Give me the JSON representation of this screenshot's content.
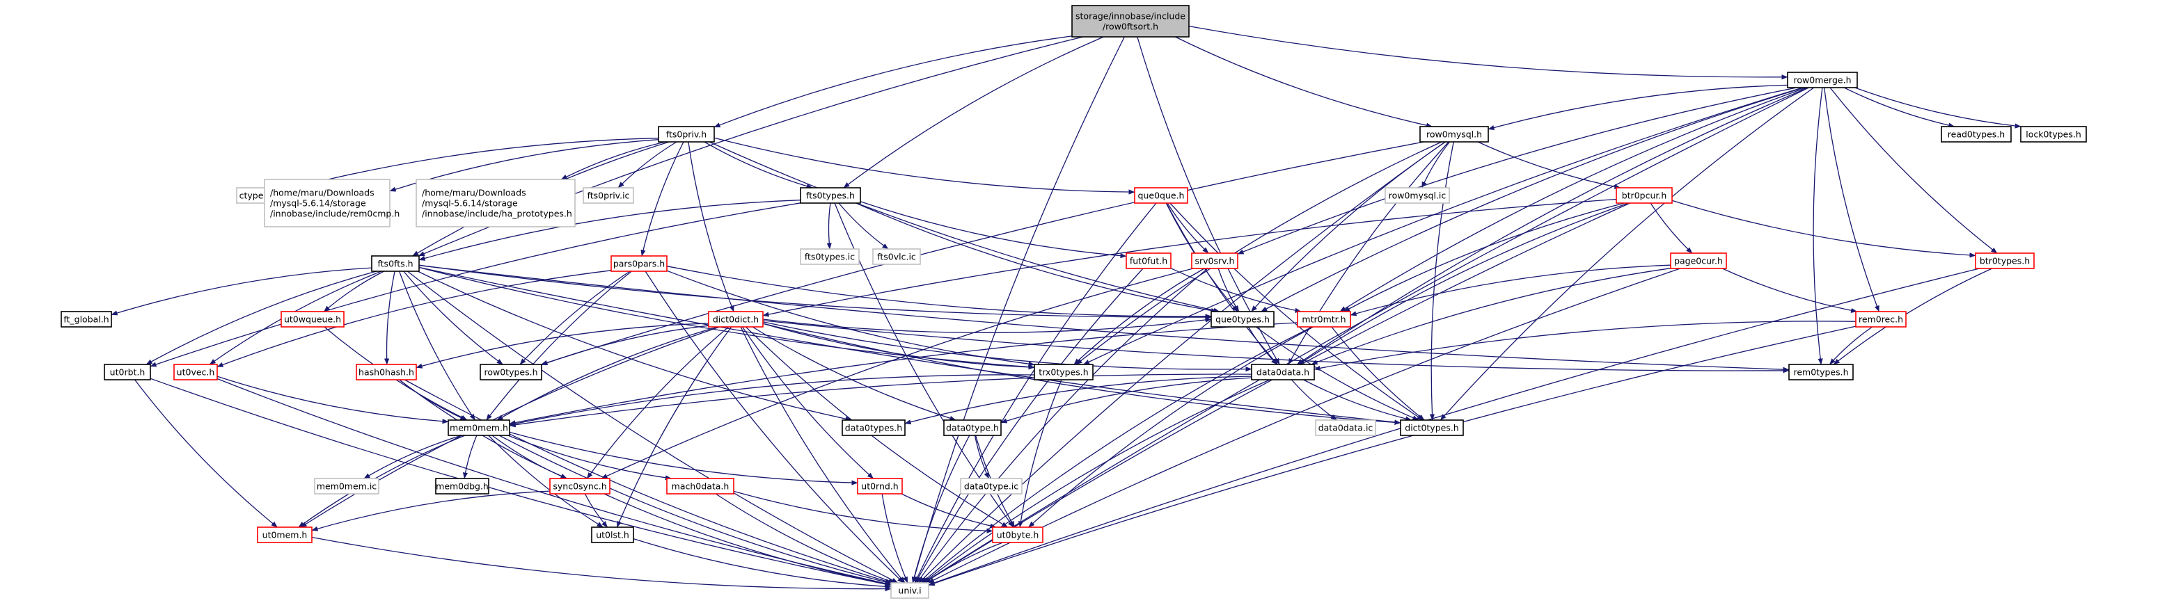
{
  "colors": {
    "root_fill": "#bfbfbf",
    "normal_border": "#000000",
    "truncated_border": "#ff0000",
    "external_border": "#bfbfbf",
    "edge": "#191970"
  },
  "nodes": [
    {
      "id": "root",
      "lines": [
        "storage/innobase/include",
        "/row0ftsort.h"
      ],
      "style": "root"
    },
    {
      "id": "row0merge",
      "lines": [
        "row0merge.h"
      ],
      "style": "normal"
    },
    {
      "id": "fts0priv",
      "lines": [
        "fts0priv.h"
      ],
      "style": "normal"
    },
    {
      "id": "row0mysql",
      "lines": [
        "row0mysql.h"
      ],
      "style": "normal"
    },
    {
      "id": "read0types",
      "lines": [
        "read0types.h"
      ],
      "style": "normal"
    },
    {
      "id": "lock0types",
      "lines": [
        "lock0types.h"
      ],
      "style": "normal"
    },
    {
      "id": "ctype",
      "lines": [
        "ctype.h"
      ],
      "style": "external"
    },
    {
      "id": "rem0cmp_path",
      "lines": [
        "/home/maru/Downloads",
        "/mysql-5.6.14/storage",
        "/innobase/include/rem0cmp.h"
      ],
      "style": "external"
    },
    {
      "id": "ha_proto_path",
      "lines": [
        "/home/maru/Downloads",
        "/mysql-5.6.14/storage",
        "/innobase/include/ha_prototypes.h"
      ],
      "style": "external"
    },
    {
      "id": "fts0priv_ic",
      "lines": [
        "fts0priv.ic"
      ],
      "style": "external"
    },
    {
      "id": "row0mysql_ic",
      "lines": [
        "row0mysql.ic"
      ],
      "style": "external"
    },
    {
      "id": "que0que",
      "lines": [
        "que0que.h"
      ],
      "style": "truncated"
    },
    {
      "id": "btr0pcur",
      "lines": [
        "btr0pcur.h"
      ],
      "style": "truncated"
    },
    {
      "id": "fts0types",
      "lines": [
        "fts0types.h"
      ],
      "style": "normal"
    },
    {
      "id": "fts0types_ic",
      "lines": [
        "fts0types.ic"
      ],
      "style": "external"
    },
    {
      "id": "fts0vlc_ic",
      "lines": [
        "fts0vlc.ic"
      ],
      "style": "external"
    },
    {
      "id": "fut0fut",
      "lines": [
        "fut0fut.h"
      ],
      "style": "truncated"
    },
    {
      "id": "srv0srv",
      "lines": [
        "srv0srv.h"
      ],
      "style": "truncated"
    },
    {
      "id": "page0cur",
      "lines": [
        "page0cur.h"
      ],
      "style": "truncated"
    },
    {
      "id": "btr0types",
      "lines": [
        "btr0types.h"
      ],
      "style": "truncated"
    },
    {
      "id": "fts0fts",
      "lines": [
        "fts0fts.h"
      ],
      "style": "normal"
    },
    {
      "id": "pars0pars",
      "lines": [
        "pars0pars.h"
      ],
      "style": "truncated"
    },
    {
      "id": "ft_global",
      "lines": [
        "ft_global.h"
      ],
      "style": "normal"
    },
    {
      "id": "ut0wqueue",
      "lines": [
        "ut0wqueue.h"
      ],
      "style": "truncated"
    },
    {
      "id": "dict0dict",
      "lines": [
        "dict0dict.h"
      ],
      "style": "truncated"
    },
    {
      "id": "que0types",
      "lines": [
        "que0types.h"
      ],
      "style": "normal"
    },
    {
      "id": "mtr0mtr",
      "lines": [
        "mtr0mtr.h"
      ],
      "style": "truncated"
    },
    {
      "id": "rem0rec",
      "lines": [
        "rem0rec.h"
      ],
      "style": "truncated"
    },
    {
      "id": "ut0rbt",
      "lines": [
        "ut0rbt.h"
      ],
      "style": "normal"
    },
    {
      "id": "ut0vec",
      "lines": [
        "ut0vec.h"
      ],
      "style": "truncated"
    },
    {
      "id": "hash0hash",
      "lines": [
        "hash0hash.h"
      ],
      "style": "truncated"
    },
    {
      "id": "row0types",
      "lines": [
        "row0types.h"
      ],
      "style": "normal"
    },
    {
      "id": "trx0types",
      "lines": [
        "trx0types.h"
      ],
      "style": "normal"
    },
    {
      "id": "data0data",
      "lines": [
        "data0data.h"
      ],
      "style": "normal"
    },
    {
      "id": "rem0types",
      "lines": [
        "rem0types.h"
      ],
      "style": "normal"
    },
    {
      "id": "mem0mem",
      "lines": [
        "mem0mem.h"
      ],
      "style": "normal"
    },
    {
      "id": "data0types",
      "lines": [
        "data0types.h"
      ],
      "style": "normal"
    },
    {
      "id": "data0type",
      "lines": [
        "data0type.h"
      ],
      "style": "normal"
    },
    {
      "id": "dict0types",
      "lines": [
        "dict0types.h"
      ],
      "style": "normal"
    },
    {
      "id": "data0data_ic",
      "lines": [
        "data0data.ic"
      ],
      "style": "external"
    },
    {
      "id": "mem0mem_ic",
      "lines": [
        "mem0mem.ic"
      ],
      "style": "external"
    },
    {
      "id": "mem0dbg",
      "lines": [
        "mem0dbg.h"
      ],
      "style": "normal"
    },
    {
      "id": "sync0sync",
      "lines": [
        "sync0sync.h"
      ],
      "style": "truncated"
    },
    {
      "id": "mach0data",
      "lines": [
        "mach0data.h"
      ],
      "style": "truncated"
    },
    {
      "id": "ut0mem",
      "lines": [
        "ut0mem.h"
      ],
      "style": "truncated"
    },
    {
      "id": "ut0lst",
      "lines": [
        "ut0lst.h"
      ],
      "style": "normal"
    },
    {
      "id": "ut0byte",
      "lines": [
        "ut0byte.h"
      ],
      "style": "truncated"
    },
    {
      "id": "ut0rnd",
      "lines": [
        "ut0rnd.h"
      ],
      "style": "truncated"
    },
    {
      "id": "data0type_ic",
      "lines": [
        "data0type.ic"
      ],
      "style": "external"
    },
    {
      "id": "univ",
      "lines": [
        "univ.i"
      ],
      "style": "external"
    }
  ],
  "edges": [
    [
      "root",
      "row0merge"
    ],
    [
      "root",
      "fts0priv"
    ],
    [
      "root",
      "row0mysql"
    ],
    [
      "root",
      "fts0types"
    ],
    [
      "root",
      "fts0fts"
    ],
    [
      "root",
      "data0data"
    ],
    [
      "root",
      "univ"
    ],
    [
      "row0merge",
      "read0types"
    ],
    [
      "row0merge",
      "lock0types"
    ],
    [
      "row0merge",
      "row0mysql"
    ],
    [
      "row0merge",
      "btr0types"
    ],
    [
      "row0merge",
      "rem0rec"
    ],
    [
      "row0merge",
      "rem0types"
    ],
    [
      "row0merge",
      "dict0types"
    ],
    [
      "row0merge",
      "trx0types"
    ],
    [
      "row0merge",
      "srv0srv"
    ],
    [
      "row0merge",
      "mtr0mtr"
    ],
    [
      "row0merge",
      "que0types"
    ],
    [
      "row0merge",
      "data0data"
    ],
    [
      "row0merge",
      "univ"
    ],
    [
      "fts0priv",
      "ctype"
    ],
    [
      "fts0priv",
      "rem0cmp_path"
    ],
    [
      "fts0priv",
      "ha_proto_path"
    ],
    [
      "fts0priv",
      "fts0priv_ic"
    ],
    [
      "fts0priv",
      "que0que"
    ],
    [
      "fts0priv",
      "fts0types"
    ],
    [
      "fts0priv",
      "pars0pars"
    ],
    [
      "fts0priv",
      "dict0dict"
    ],
    [
      "fts0priv",
      "que0types"
    ],
    [
      "fts0priv",
      "fts0fts"
    ],
    [
      "row0mysql",
      "row0mysql_ic"
    ],
    [
      "row0mysql",
      "btr0pcur"
    ],
    [
      "row0mysql",
      "row0types"
    ],
    [
      "row0mysql",
      "trx0types"
    ],
    [
      "row0mysql",
      "que0types"
    ],
    [
      "row0mysql",
      "data0data"
    ],
    [
      "row0mysql",
      "dict0types"
    ],
    [
      "row0mysql",
      "univ"
    ],
    [
      "que0que",
      "srv0srv"
    ],
    [
      "que0que",
      "que0types"
    ],
    [
      "que0que",
      "data0data"
    ],
    [
      "que0que",
      "dict0types"
    ],
    [
      "que0que",
      "univ"
    ],
    [
      "btr0pcur",
      "page0cur"
    ],
    [
      "btr0pcur",
      "btr0types"
    ],
    [
      "btr0pcur",
      "mtr0mtr"
    ],
    [
      "btr0pcur",
      "data0data"
    ],
    [
      "btr0pcur",
      "dict0dict"
    ],
    [
      "btr0pcur",
      "univ"
    ],
    [
      "fts0types",
      "fts0types_ic"
    ],
    [
      "fts0types",
      "fts0vlc_ic"
    ],
    [
      "fts0types",
      "fut0fut"
    ],
    [
      "fts0types",
      "ut0rbt"
    ],
    [
      "fts0types",
      "que0types"
    ],
    [
      "fts0types",
      "ut0byte"
    ],
    [
      "fts0types",
      "fts0fts"
    ],
    [
      "fut0fut",
      "mtr0mtr"
    ],
    [
      "fut0fut",
      "univ"
    ],
    [
      "srv0srv",
      "que0types"
    ],
    [
      "srv0srv",
      "trx0types"
    ],
    [
      "srv0srv",
      "sync0sync"
    ],
    [
      "srv0srv",
      "univ"
    ],
    [
      "page0cur",
      "mtr0mtr"
    ],
    [
      "page0cur",
      "data0data"
    ],
    [
      "page0cur",
      "rem0rec"
    ],
    [
      "page0cur",
      "univ"
    ],
    [
      "btr0types",
      "rem0types"
    ],
    [
      "btr0types",
      "univ"
    ],
    [
      "fts0fts",
      "ft_global"
    ],
    [
      "fts0fts",
      "ut0wqueue"
    ],
    [
      "fts0fts",
      "ut0rbt"
    ],
    [
      "fts0fts",
      "ut0vec"
    ],
    [
      "fts0fts",
      "hash0hash"
    ],
    [
      "fts0fts",
      "row0types"
    ],
    [
      "fts0fts",
      "trx0types"
    ],
    [
      "fts0fts",
      "que0types"
    ],
    [
      "fts0fts",
      "data0types"
    ],
    [
      "fts0fts",
      "dict0types"
    ],
    [
      "fts0fts",
      "mem0mem"
    ],
    [
      "fts0fts",
      "rem0types"
    ],
    [
      "fts0fts",
      "univ"
    ],
    [
      "pars0pars",
      "que0types"
    ],
    [
      "pars0pars",
      "row0types"
    ],
    [
      "pars0pars",
      "trx0types"
    ],
    [
      "pars0pars",
      "ut0vec"
    ],
    [
      "pars0pars",
      "mem0mem"
    ],
    [
      "pars0pars",
      "univ"
    ],
    [
      "ut0wqueue",
      "mem0mem"
    ],
    [
      "dict0dict",
      "hash0hash"
    ],
    [
      "dict0dict",
      "row0types"
    ],
    [
      "dict0dict",
      "trx0types"
    ],
    [
      "dict0dict",
      "rem0types"
    ],
    [
      "dict0dict",
      "data0type"
    ],
    [
      "dict0dict",
      "mem0mem"
    ],
    [
      "dict0dict",
      "sync0sync"
    ],
    [
      "dict0dict",
      "ut0lst"
    ],
    [
      "dict0dict",
      "ut0rnd"
    ],
    [
      "dict0dict",
      "ut0byte"
    ],
    [
      "dict0dict",
      "dict0types"
    ],
    [
      "dict0dict",
      "ut0mem"
    ],
    [
      "dict0dict",
      "univ"
    ],
    [
      "dict0dict",
      "data0data"
    ],
    [
      "dict0dict",
      "que0types"
    ],
    [
      "que0types",
      "data0data"
    ],
    [
      "que0types",
      "dict0types"
    ],
    [
      "mtr0mtr",
      "mem0mem"
    ],
    [
      "mtr0mtr",
      "ut0byte"
    ],
    [
      "mtr0mtr",
      "dict0types"
    ],
    [
      "mtr0mtr",
      "univ"
    ],
    [
      "rem0rec",
      "rem0types"
    ],
    [
      "rem0rec",
      "data0data"
    ],
    [
      "rem0rec",
      "univ"
    ],
    [
      "ut0rbt",
      "ut0mem"
    ],
    [
      "ut0rbt",
      "univ"
    ],
    [
      "ut0vec",
      "mem0mem"
    ],
    [
      "ut0vec",
      "univ"
    ],
    [
      "hash0hash",
      "mem0mem"
    ],
    [
      "hash0hash",
      "sync0sync"
    ],
    [
      "hash0hash",
      "univ"
    ],
    [
      "trx0types",
      "ut0byte"
    ],
    [
      "trx0types",
      "mem0mem"
    ],
    [
      "data0data",
      "data0data_ic"
    ],
    [
      "data0data",
      "data0types"
    ],
    [
      "data0data",
      "data0type"
    ],
    [
      "data0data",
      "dict0types"
    ],
    [
      "data0data",
      "mem0mem"
    ],
    [
      "data0data",
      "univ"
    ],
    [
      "mem0mem",
      "mem0mem_ic"
    ],
    [
      "mem0mem",
      "mem0dbg"
    ],
    [
      "mem0mem",
      "sync0sync"
    ],
    [
      "mem0mem",
      "mach0data"
    ],
    [
      "mem0mem",
      "ut0rnd"
    ],
    [
      "mem0mem",
      "ut0mem"
    ],
    [
      "mem0mem",
      "ut0lst"
    ],
    [
      "mem0mem",
      "univ"
    ],
    [
      "data0type",
      "data0type_ic"
    ],
    [
      "data0type",
      "ut0byte"
    ],
    [
      "data0type",
      "univ"
    ],
    [
      "sync0sync",
      "ut0mem"
    ],
    [
      "sync0sync",
      "ut0lst"
    ],
    [
      "sync0sync",
      "univ"
    ],
    [
      "mach0data",
      "ut0byte"
    ],
    [
      "mach0data",
      "univ"
    ],
    [
      "ut0rnd",
      "ut0byte"
    ],
    [
      "ut0rnd",
      "univ"
    ],
    [
      "ut0mem",
      "univ"
    ],
    [
      "ut0lst",
      "univ"
    ],
    [
      "ut0byte",
      "univ"
    ]
  ]
}
